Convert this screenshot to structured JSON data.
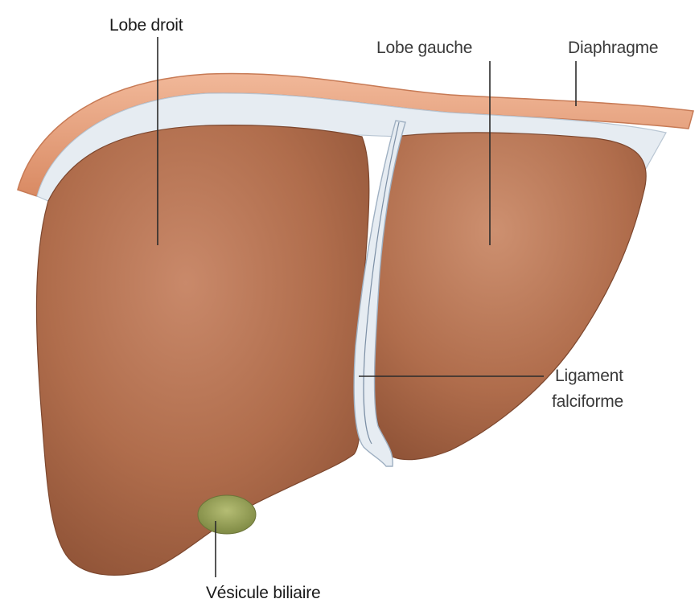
{
  "labels": {
    "right_lobe": "Lobe droit",
    "left_lobe": "Lobe gauche",
    "diaphragm": "Diaphragme",
    "falciform_line1": "Ligament",
    "falciform_line2": "falciforme",
    "gallbladder": "Vésicule biliaire"
  },
  "colors": {
    "liver": "#b06d4c",
    "liver_shadow": "#8e5236",
    "diaphragm": "#e8a07c",
    "serosa": "#e6ecf2",
    "gallbladder": "#9aa55b"
  }
}
